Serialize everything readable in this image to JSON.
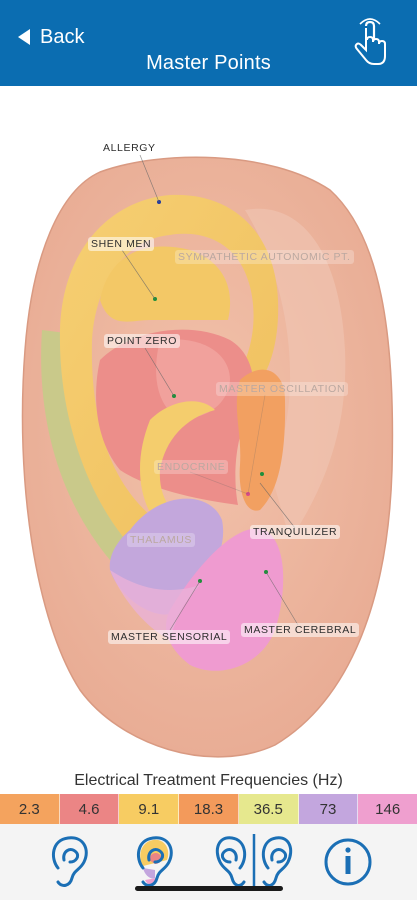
{
  "header": {
    "back_label": "Back",
    "title": "Master Points",
    "touch_icon": "hand-pointer-icon"
  },
  "labels": [
    {
      "id": "allergy",
      "text": "ALLERGY",
      "style": "dark"
    },
    {
      "id": "shen-men",
      "text": "SHEN MEN",
      "style": "dark"
    },
    {
      "id": "sympathetic",
      "text": "SYMPATHETIC AUTONOMIC PT.",
      "style": "faded"
    },
    {
      "id": "point-zero",
      "text": "POINT ZERO",
      "style": "dark"
    },
    {
      "id": "master-oscillation",
      "text": "MASTER OSCILLATION",
      "style": "faded"
    },
    {
      "id": "endocrine",
      "text": "ENDOCRINE",
      "style": "faded"
    },
    {
      "id": "tranquilizer",
      "text": "TRANQUILIZER",
      "style": "dark"
    },
    {
      "id": "thalamus",
      "text": "THALAMUS",
      "style": "faded"
    },
    {
      "id": "master-cerebral",
      "text": "MASTER CEREBRAL",
      "style": "dark"
    },
    {
      "id": "master-sensorial",
      "text": "MASTER SENSORIAL",
      "style": "dark"
    }
  ],
  "frequencies": {
    "title": "Electrical Treatment Frequencies (Hz)",
    "items": [
      {
        "value": "2.3",
        "color": "#f4a35e"
      },
      {
        "value": "4.6",
        "color": "#eb8585"
      },
      {
        "value": "9.1",
        "color": "#f7cc62"
      },
      {
        "value": "18.3",
        "color": "#f39a5b"
      },
      {
        "value": "36.5",
        "color": "#e6e88e"
      },
      {
        "value": "73",
        "color": "#c3a6de"
      },
      {
        "value": "146",
        "color": "#ef9fcf"
      }
    ]
  },
  "tabs": [
    {
      "icon": "ear-outline-icon"
    },
    {
      "icon": "ear-colored-icon",
      "selected": true
    },
    {
      "icon": "ear-compare-icon"
    },
    {
      "icon": "info-icon"
    }
  ]
}
